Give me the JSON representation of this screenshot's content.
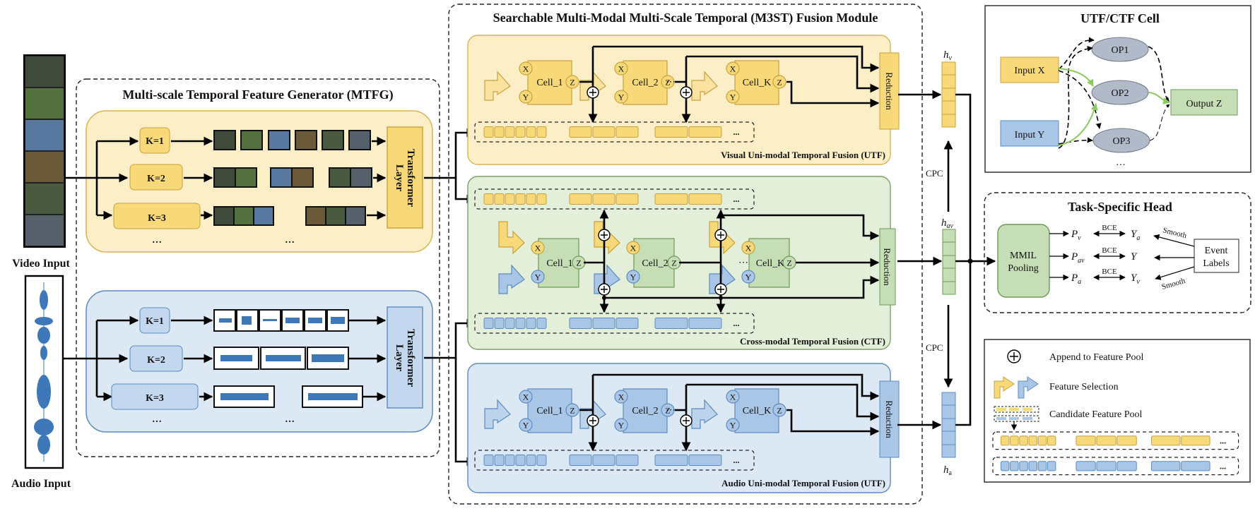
{
  "colors": {
    "yellow_panel": "#FCEFC8",
    "yellow_panel_stroke": "#D8B454",
    "yellow_box": "#F8D97A",
    "yellow_stroke": "#C9A13A",
    "blue_panel": "#DCE8F4",
    "blue_panel_stroke": "#5B8CC0",
    "blue_box": "#A9C6E6",
    "blue_stroke": "#5B8CC0",
    "green_panel": "#E4EFDA",
    "green_panel_stroke": "#7BA267",
    "green_box": "#C6DEB5",
    "green_stroke": "#6E9A58",
    "op_fill": "#B1BAC8",
    "green_arrow": "#8CCB5E"
  },
  "inputs": {
    "video_label": "Video Input",
    "audio_label": "Audio Input"
  },
  "mtfg": {
    "title": "Multi-scale Temporal Feature Generator (MTFG)",
    "scales": [
      "K=1",
      "K=2",
      "K=3"
    ],
    "ellipsis": "…",
    "transformer_label_1": "Transformer",
    "transformer_label_2": "Layer"
  },
  "m3st": {
    "title": "Searchable Multi-Modal Multi-Scale Temporal (M3ST) Fusion Module",
    "visual_utf": {
      "caption": "Visual Uni-modal Temporal Fusion (UTF)",
      "cells": [
        "Cell_1",
        "Cell_2",
        "Cell_K"
      ],
      "reduction": "Reduction"
    },
    "ctf": {
      "caption": "Cross-modal Temporal Fusion (CTF)",
      "cells": [
        "Cell_1",
        "Cell_2",
        "Cell_K"
      ],
      "reduction": "Reduction"
    },
    "audio_utf": {
      "caption": "Audio Uni-modal Temporal Fusion (UTF)",
      "cells": [
        "Cell_1",
        "Cell_2",
        "Cell_K"
      ],
      "reduction": "Reduction"
    },
    "port_x": "X",
    "port_y": "Y",
    "port_z": "Z",
    "ellipsis": "⋯",
    "pool_ellipsis": "..."
  },
  "features": {
    "h_v": "h",
    "h_v_sub": "v",
    "h_av": "h",
    "h_av_sub": "av",
    "h_a": "h",
    "h_a_sub": "a",
    "cpc_top": "CPC",
    "cpc_bottom": "CPC"
  },
  "cell_panel": {
    "title": "UTF/CTF Cell",
    "input_x": "Input X",
    "input_y": "Input Y",
    "ops": [
      "OP1",
      "OP2",
      "OP3"
    ],
    "ellipsis": "…",
    "output": "Output Z"
  },
  "head": {
    "title": "Task-Specific Head",
    "pooling_1": "MMIL",
    "pooling_2": "Pooling",
    "preds": [
      {
        "p": "P",
        "p_sub": "v",
        "loss": "BCE",
        "y": "Y",
        "y_sub": "a"
      },
      {
        "p": "P",
        "p_sub": "av",
        "loss": "BCE",
        "y": "Y",
        "y_sub": ""
      },
      {
        "p": "P",
        "p_sub": "a",
        "loss": "BCE",
        "y": "Y",
        "y_sub": "v"
      }
    ],
    "smooth_top": "Smooth",
    "smooth_bottom": "Smooth",
    "labels_1": "Event",
    "labels_2": "Labels"
  },
  "legend": {
    "append": "Append to Feature Pool",
    "selection": "Feature Selection",
    "pool": "Candidate Feature Pool",
    "pool_ellipsis": "..."
  }
}
